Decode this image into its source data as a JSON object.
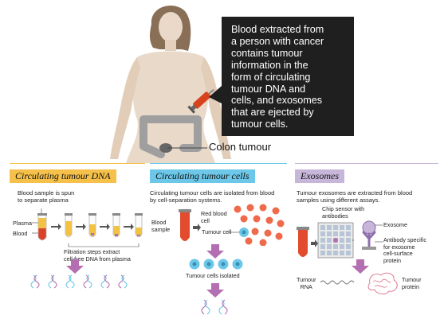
{
  "callout": {
    "text": "Blood extracted from\na person with cancer\ncontains tumour\ninformation in the\nform of circulating\ntumour DNA and\ncells, and exosomes\nthat are ejected by\ntumour cells."
  },
  "colon_label": "Colon tumour",
  "panels": {
    "dna": {
      "title": "Circulating tumour DNA",
      "color": "#f6c14a",
      "desc": "Blood sample is spun\nto separate plasma",
      "plasma": "Plasma",
      "blood": "Blood",
      "filtration": "Filtration steps extract\ncell-free DNA from plasma"
    },
    "cells": {
      "title": "Circulating tumour cells",
      "color": "#6cc7e8",
      "desc": "Circulating tumour cells are isolated from blood\nby cell-separation systems.",
      "blood_sample": "Blood\nsample",
      "red_cells": "Red blood\ncell",
      "tumour_cell": "Tumour cell",
      "isolated": "Tumour cells isolated"
    },
    "exosomes": {
      "title": "Exosomes",
      "color": "#c8b6da",
      "desc": "Tumour exosomes are extracted from blood\nsamples using different assays.",
      "chip": "Chip sensor with\nantibodies",
      "exosome": "Exosome",
      "antibody": "Antibody specific\nfor exosome\ncell-surface\nprotein",
      "rna": "Tumour\nRNA",
      "protein": "Tumour\nprotein"
    }
  }
}
